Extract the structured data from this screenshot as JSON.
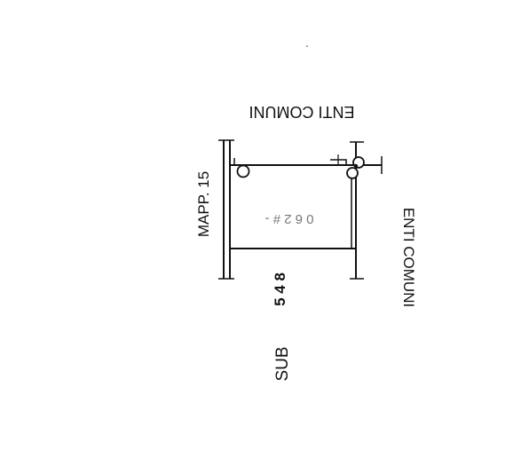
{
  "labels": {
    "top": "ENTI COMUNI",
    "right": "ENTI COMUNI",
    "mapp": "MAPP. 15",
    "sub_prefix": "SUB",
    "sub_number": "5 4 8",
    "inner_code": "0 6 2 # -"
  },
  "colors": {
    "ink": "#111111",
    "paper": "#ffffff"
  }
}
